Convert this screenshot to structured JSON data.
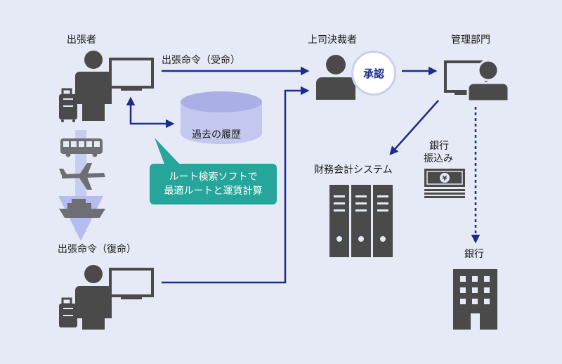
{
  "labels": {
    "traveler_top": "出張者",
    "travel_order_received": "出張命令（受命）",
    "approver": "上司決裁者",
    "approval": "承認",
    "management_dept": "管理部門",
    "history": "過去の履歴",
    "callout_line1": "ルート検索ソフトで",
    "callout_line2": "最適ルートと運賃計算",
    "accounting_system": "財務会計システム",
    "transfer_line1": "銀行",
    "transfer_line2": "振込み",
    "travel_order_return": "出張命令（復命）",
    "bank": "銀行",
    "yen": "¥"
  },
  "colors": {
    "arrow": "#1c2c8c",
    "icon": "#4a4a4a",
    "teal": "#26a69a",
    "db": "#c4c8ee",
    "transport_band": "#c8cdf0"
  },
  "icons": [
    "person-icon",
    "suitcase-icon",
    "monitor-icon",
    "database-icon",
    "bus-icon",
    "airplane-icon",
    "ship-icon",
    "server-icon",
    "money-icon",
    "building-icon"
  ]
}
